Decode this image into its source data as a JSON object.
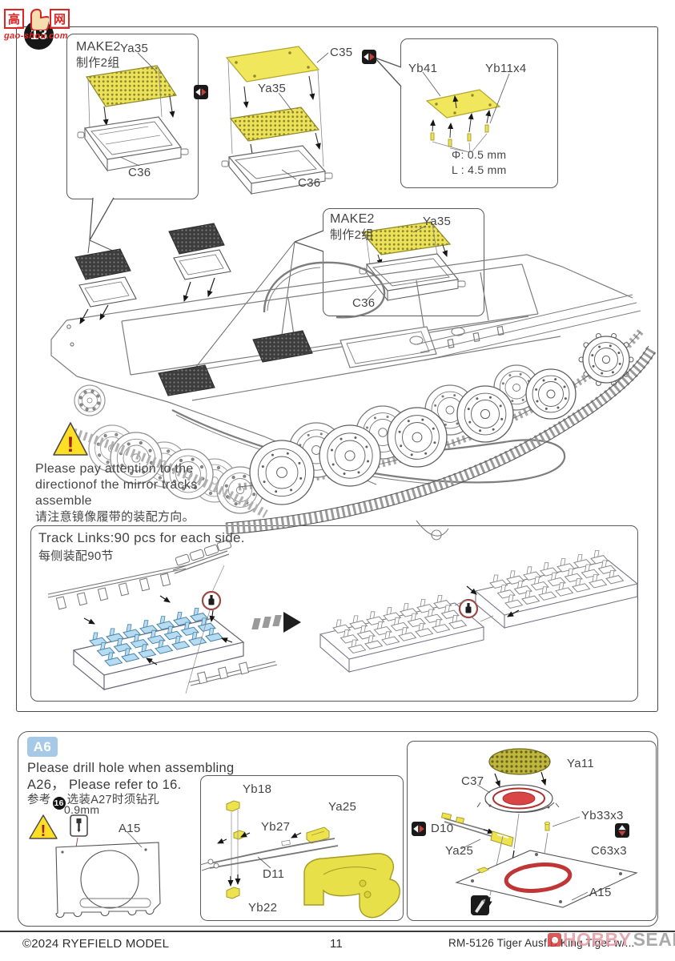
{
  "step13": {
    "number": "13",
    "make_en": "MAKE2",
    "make_cn": "制作2组",
    "labels": {
      "ya35": "Ya35",
      "c36": "C36",
      "c35": "C35",
      "yb41": "Yb41",
      "yb11": "Yb11x4",
      "dia": "Φ: 0.5 mm",
      "len": "L : 4.5 mm"
    },
    "warning": {
      "en1": "Please pay attention to the",
      "en2": "directionof the mirror tracks",
      "en3": "assemble",
      "cn": "请注意镜像履带的装配方向。"
    },
    "tracks": {
      "en": "Track Links:90 pcs for each side.",
      "cn": "每侧装配90节"
    }
  },
  "a6": {
    "badge": "A6",
    "en1": "Please drill hole when assembling",
    "en2": "A26， Please refer to 16.",
    "cn_pre": "参考",
    "cn_num": "16",
    "cn_post": "选装A27时须钻孔",
    "drill": "0.9mm",
    "labels": {
      "a15": "A15",
      "yb18": "Yb18",
      "ya25": "Ya25",
      "yb27": "Yb27",
      "d11": "D11",
      "yb22": "Yb22",
      "ya11": "Ya11",
      "c37": "C37",
      "d10": "D10",
      "yb33": "Yb33x3",
      "c63": "C63x3"
    }
  },
  "footer": {
    "copyright": "©2024 RYEFIELD MODEL",
    "page": "11",
    "kit": "RM-5126 Tiger Ausf.B King Tiger w/..."
  },
  "watermarks": {
    "left_char": "高",
    "right_char": "网",
    "site": "gao-shou.com",
    "hobby": "HOBBY",
    "search": "SEARCH"
  }
}
